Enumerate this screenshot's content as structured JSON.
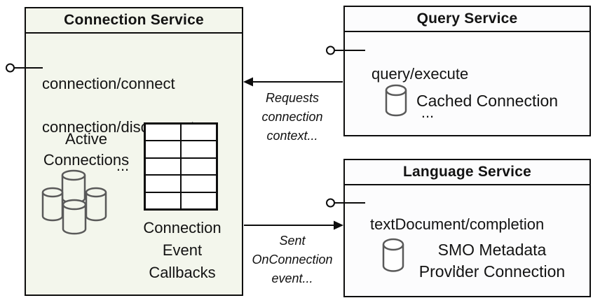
{
  "colors": {
    "connection_box_fill": "#f3f6ec",
    "service_box_fill": "#fcfcfd",
    "border": "#0d0d0d",
    "icon_stroke": "#595959",
    "text": "#131313"
  },
  "connection_service": {
    "title": "Connection Service",
    "methods": [
      "connection/connect",
      "connection/disconnect"
    ],
    "ellipsis": "...",
    "active_connections_label": "Active\nConnections",
    "callbacks_label": "Connection\nEvent\nCallbacks"
  },
  "query_service": {
    "title": "Query Service",
    "methods": [
      "query/execute"
    ],
    "ellipsis": "...",
    "connection_label": "Cached Connection"
  },
  "language_service": {
    "title": "Language Service",
    "methods": [
      "textDocument/completion"
    ],
    "ellipsis": "...",
    "connection_label": "SMO Metadata\nProvider Connection"
  },
  "arrows": {
    "query_to_connection_label": "Requests\nconnection\ncontext...",
    "connection_to_language_label": "Sent\nOnConnection\nevent..."
  }
}
